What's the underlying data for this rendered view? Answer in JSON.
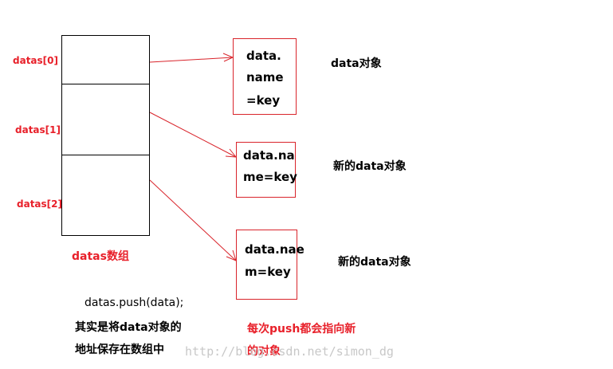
{
  "array": {
    "labels": [
      "datas[0]",
      "datas[1]",
      "datas[2]"
    ],
    "caption": "datas数组"
  },
  "objects": [
    {
      "lines": [
        "data.",
        "name",
        "=key"
      ],
      "title": "data对象"
    },
    {
      "lines": [
        "data.na",
        "me=key"
      ],
      "title": "新的data对象"
    },
    {
      "lines": [
        "data.nae",
        "m=key"
      ],
      "title": "新的data对象"
    }
  ],
  "notes": {
    "line1": "datas.push(data);",
    "line2": "其实是将data对象的",
    "line3": "地址保存在数组中",
    "red_line1": "每次push都会指向新",
    "red_line2": "的对象"
  },
  "watermark": "http://blog.csdn.net/simon_dg",
  "colors": {
    "accent": "#e8202a",
    "border": "#000000"
  }
}
